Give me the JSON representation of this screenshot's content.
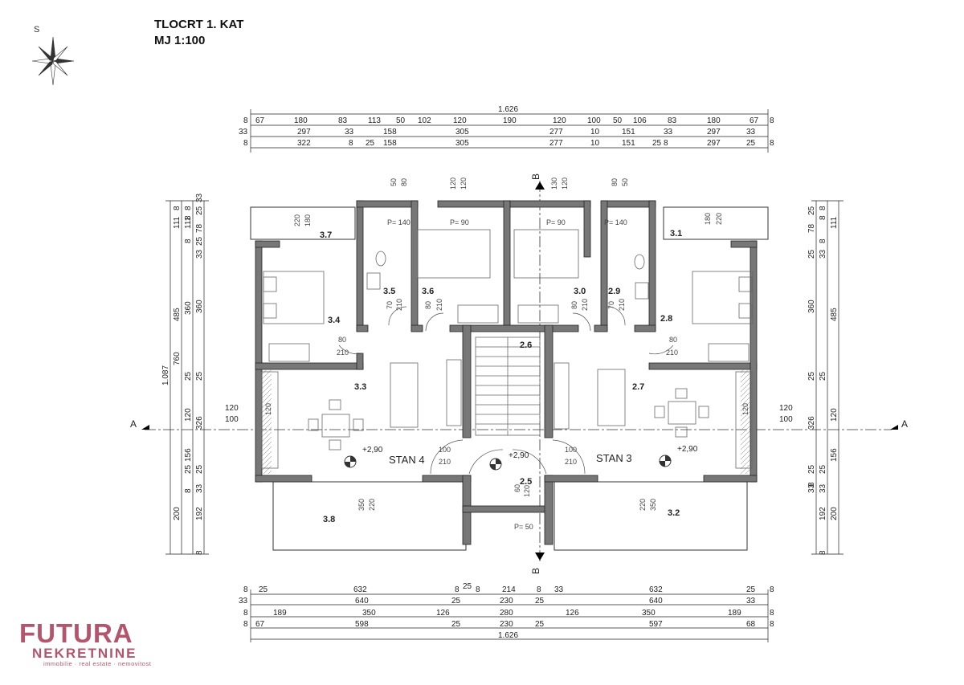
{
  "title": {
    "line1": "TLOCRT 1. KAT",
    "line2": "MJ 1:100"
  },
  "north": "S",
  "section_labels": {
    "a": "A",
    "b": "B"
  },
  "top_dims": {
    "total": "1.626",
    "row1": [
      "8",
      "67",
      "180",
      "83",
      "113",
      "50",
      "102",
      "120",
      "190",
      "120",
      "100",
      "50",
      "106",
      "83",
      "180",
      "67",
      "8"
    ],
    "row2": [
      "33",
      "297",
      "33",
      "158",
      "305",
      "277",
      "10",
      "151",
      "33",
      "297",
      "33"
    ],
    "row3": [
      "8",
      "322",
      "8",
      "25",
      "158",
      "305",
      "277",
      "10",
      "151",
      "25",
      "8",
      "297",
      "25",
      "8"
    ]
  },
  "bottom_dims": {
    "total": "1.626",
    "row1": [
      "8",
      "25",
      "632",
      "8",
      "25",
      "8",
      "214",
      "8",
      "33",
      "632",
      "25",
      "8"
    ],
    "row2": [
      "33",
      "640",
      "25",
      "230",
      "25",
      "640",
      "33"
    ],
    "row3": [
      "8",
      "189",
      "350",
      "126",
      "280",
      "126",
      "350",
      "189",
      "8"
    ],
    "row4": [
      "8",
      "67",
      "598",
      "25",
      "230",
      "25",
      "597",
      "68",
      "8"
    ]
  },
  "left_dims": {
    "total": "1.087",
    "col2": [
      "111",
      "485",
      "760",
      "200"
    ],
    "col3": [
      "8",
      "111",
      "8",
      "33",
      "360",
      "25",
      "120",
      "156",
      "25",
      "33",
      "192",
      "8"
    ],
    "col4": [
      "33",
      "25",
      "8",
      "78",
      "8",
      "25",
      "360",
      "25",
      "326",
      "25",
      "8"
    ]
  },
  "right_dims": {
    "col1": [
      "25",
      "8",
      "78",
      "8",
      "25",
      "360",
      "25",
      "326",
      "25",
      "8",
      "33"
    ],
    "col2": [
      "8",
      "33",
      "25",
      "120",
      "156",
      "25",
      "33",
      "192",
      "8"
    ],
    "col3": [
      "111",
      "485",
      "200"
    ]
  },
  "rooms": {
    "r31": "3.1",
    "r32": "3.2",
    "r30": "3.0",
    "r29": "2.9",
    "r28": "2.8",
    "r27": "2.7",
    "r26": "2.6",
    "r25": "2.5",
    "r37": "3.7",
    "r35": "3.5",
    "r36": "3.6",
    "r34": "3.4",
    "r33": "3.3",
    "r38": "3.8"
  },
  "apartments": {
    "left": "STAN 4",
    "right": "STAN 3"
  },
  "levels": {
    "l1": "+2,90",
    "l2": "+2,90",
    "l3": "+2,90"
  },
  "window_labels": {
    "p140a": "P= 140",
    "p90a": "P= 90",
    "p90b": "P= 90",
    "p140b": "P= 140",
    "p50": "P= 50"
  },
  "opening_labels": {
    "w50a": "50",
    "w80a": "80",
    "w120a": "120",
    "w130": "130",
    "w120b": "120",
    "w80b": "80",
    "w50b": "50",
    "w220a": "220",
    "w180a": "180",
    "w180b": "180",
    "w220b": "220",
    "d80a": "80",
    "d210a": "210",
    "d80b": "80",
    "d210b": "210",
    "d70": "70",
    "d210c": "210",
    "d80c": "80",
    "d210d": "210",
    "d80d": "80",
    "d210e": "210",
    "d70b": "70",
    "d210f": "210",
    "d100a": "100",
    "d210g": "210",
    "d100b": "100",
    "d210h": "210",
    "w120c": "120",
    "w100a": "100",
    "w120d": "120",
    "w100b": "100",
    "w120e": "120",
    "w120f": "120",
    "w350a": "350",
    "w220c": "220",
    "w220d": "220",
    "w350b": "350",
    "w60": "60",
    "w120g": "120"
  },
  "logo": {
    "main": "FUTURA",
    "sub": "NEKRETNINE",
    "tag": "immobilie · real estate · nemovitost"
  }
}
